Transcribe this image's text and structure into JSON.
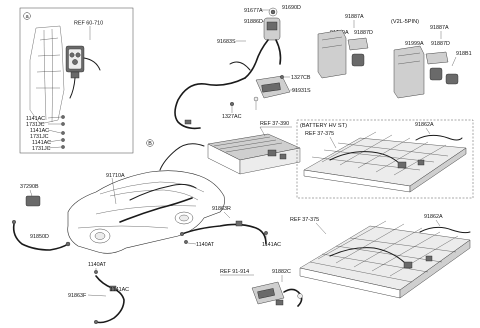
{
  "callouts": {
    "a": "a",
    "b": "B"
  },
  "refs": {
    "ref_60_710": "REF 60-710",
    "ref_37_390": "REF 37-390",
    "ref_37_375_top": "REF 37-375",
    "ref_37_375_bottom": "REF 37-375",
    "ref_91_914": "REF 91-914"
  },
  "headers": {
    "v2l_5pin": "(V2L-5PIN)",
    "battery_hv_st": "(BATTERY HV ST)"
  },
  "parts": {
    "p_1141AC_1": "1141AC",
    "p_1731JC_1": "1731JC",
    "p_1141AC_2": "1141AC",
    "p_1731JC_2": "1731JC",
    "p_1141AC_3": "1141AC",
    "p_1731JC_3": "1731JC",
    "p_91677A": "91677A",
    "p_91690D": "91690D",
    "p_91886D": "91886D",
    "p_91683S": "91683S",
    "p_1327CB": "1327CB",
    "p_91931S": "91931S",
    "p_1327AC": "1327AC",
    "p_91887A_1": "91887A",
    "p_91999A_1": "91999A",
    "p_91887D_1": "91887D",
    "p_91887A_2": "91887A",
    "p_91999A_2": "91999A",
    "p_91887D_2": "91887D",
    "p_918B1": "918B1",
    "p_91862A_1": "91862A",
    "p_91710A": "91710A",
    "p_37290B": "37290B",
    "p_91850D": "91850D",
    "p_91863R": "91863R",
    "p_1140AT_1": "1140AT",
    "p_1141AC_4": "1141AC",
    "p_91862A_2": "91862A",
    "p_1140AT_2": "1140AT",
    "p_91863F": "91863F",
    "p_1141AC_5": "1141AC",
    "p_91882C": "91882C"
  }
}
